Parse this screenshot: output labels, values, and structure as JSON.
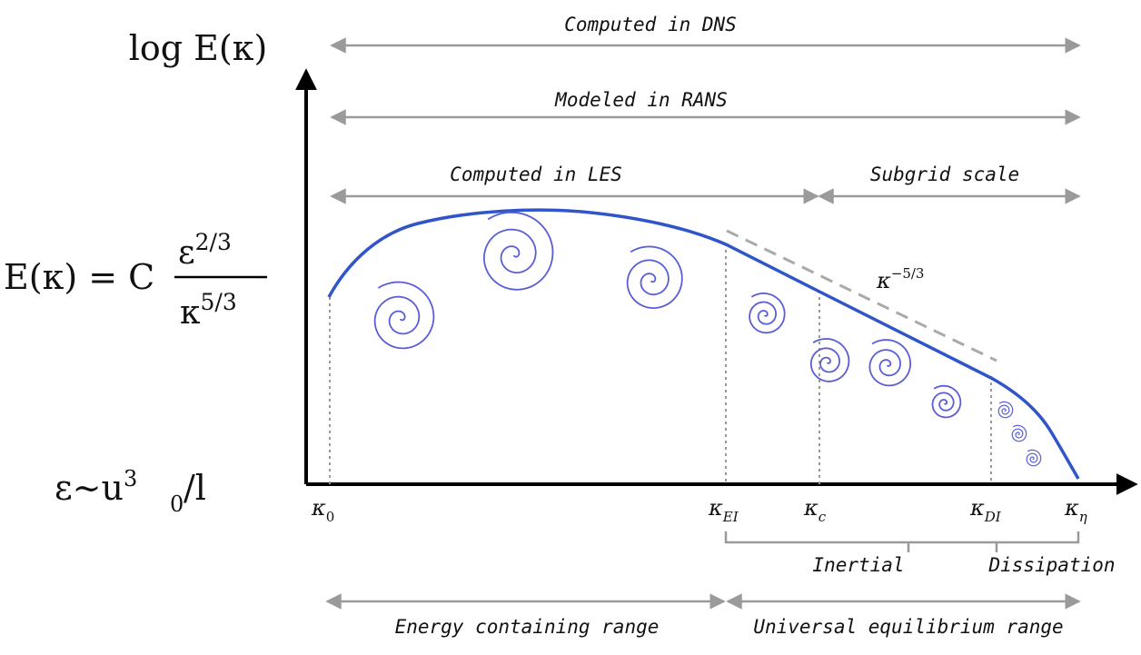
{
  "colors": {
    "curve": "#2f55c8",
    "eddy": "#5a5ed6",
    "arrow": "#9a9a9a",
    "axis": "#000000",
    "dash": "#aaaaaa"
  },
  "top_ranges": {
    "dns": "Computed in DNS",
    "rans": "Modeled in RANS",
    "les": "Computed in LES",
    "subgrid": "Subgrid scale"
  },
  "axis": {
    "y_label": "log E(κ)"
  },
  "equations": {
    "energy_lhs": "E(κ) = C",
    "energy_num": "ε",
    "energy_num_exp": "2/3",
    "energy_den": "κ",
    "energy_den_exp": "5/3",
    "dissipation_rate": "ε∼u",
    "dissipation_sup": "3",
    "dissipation_sub": "0",
    "dissipation_tail": "/l"
  },
  "slope": {
    "base": "κ",
    "exp": "−5/3"
  },
  "ticks": [
    {
      "base": "κ",
      "sub": "0"
    },
    {
      "base": "κ",
      "sub": "EI"
    },
    {
      "base": "κ",
      "sub": "c"
    },
    {
      "base": "κ",
      "sub": "DI"
    },
    {
      "base": "κ",
      "sub": "η"
    }
  ],
  "sub_ranges": {
    "inertial": "Inertial",
    "dissipation": "Dissipation"
  },
  "bottom_ranges": {
    "energy": "Energy containing range",
    "universal": "Universal equilibrium range"
  }
}
